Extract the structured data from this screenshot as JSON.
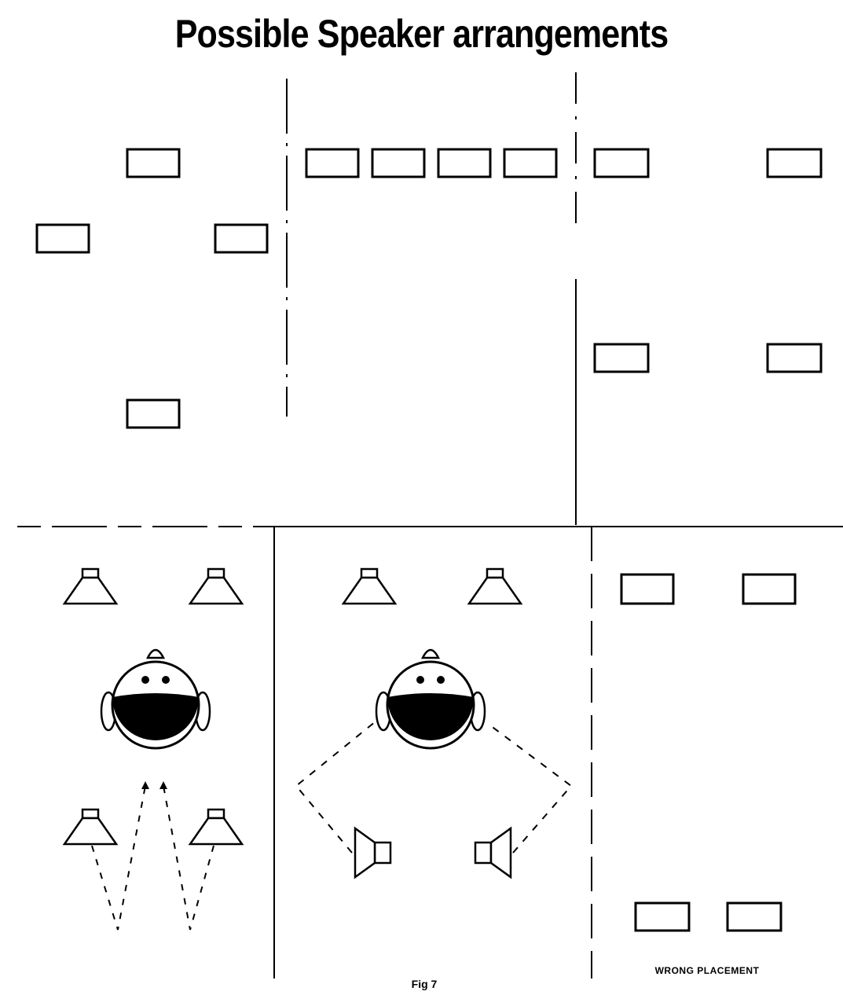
{
  "title": "Possible Speaker arrangements",
  "labels": {
    "wrong_placement": "WRONG PLACEMENT",
    "figure": "Fig 7"
  },
  "colors": {
    "ink": "#000000",
    "paper": "#ffffff"
  },
  "icons": [
    "box-speaker-icon",
    "cone-speaker-icon",
    "listener-head-icon"
  ]
}
